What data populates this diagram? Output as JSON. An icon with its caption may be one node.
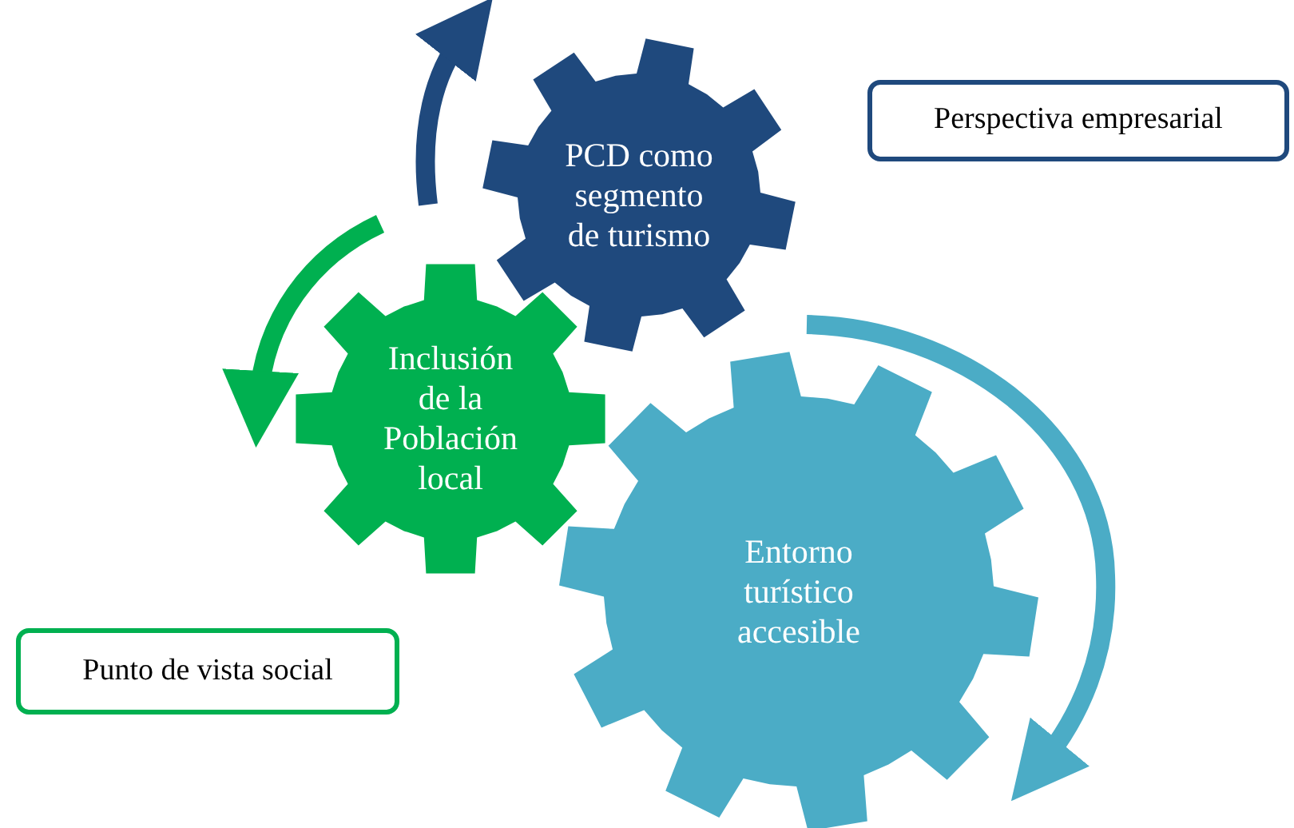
{
  "diagram": {
    "nodes": [
      {
        "text": [
          "PCD como segmento de turismo"
        ]
      },
      {
        "text": [
          "Perspectiva empresarial"
        ]
      },
      {
        "text": [
          "Inclusión de la Población local"
        ]
      },
      {
        "text": [
          "Entorno turístico accesible"
        ]
      },
      {
        "text": [
          "Punto de vista social"
        ]
      }
    ]
  }
}
